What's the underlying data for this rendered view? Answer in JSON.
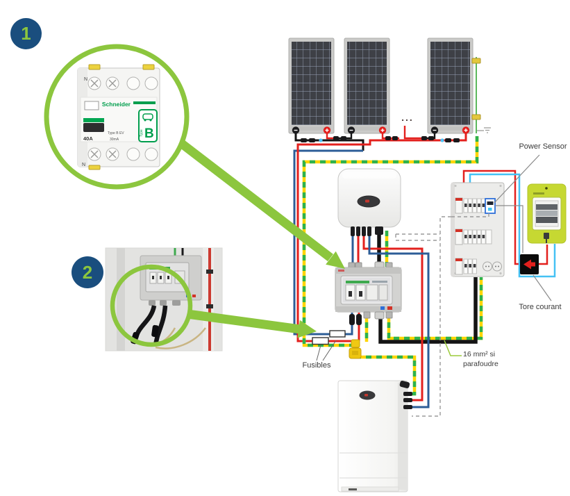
{
  "badges": {
    "one": "1",
    "two": "2"
  },
  "labels": {
    "power_sensor": "Power Sensor",
    "tore_courant": "Tore courant",
    "fusibles": "Fusibles",
    "parafoudre_line1": "16 mm² si",
    "parafoudre_line2": "parafoudre",
    "panels_ellipsis": "..."
  },
  "breaker_photo": {
    "brand": "Schneider",
    "neutral_top": "N",
    "neutral_bottom": "N",
    "type_line": "Type B EV",
    "rating": "40A",
    "sensitivity": "30mA",
    "badge_caption": "Type",
    "badge_letter": "B"
  },
  "colors": {
    "accent_green": "#8CC63E",
    "badge_blue": "#1A4E7E",
    "wire_red": "#E3201D",
    "wire_blue": "#2C5D97",
    "wire_light_blue": "#45C1F4",
    "wire_black": "#141414",
    "ground_yellow": "#FFD500",
    "ground_green": "#2EB24B",
    "meter_green": "#C6D832",
    "schneider_green": "#009E4D",
    "dashed_gray": "#9A9A9A"
  }
}
